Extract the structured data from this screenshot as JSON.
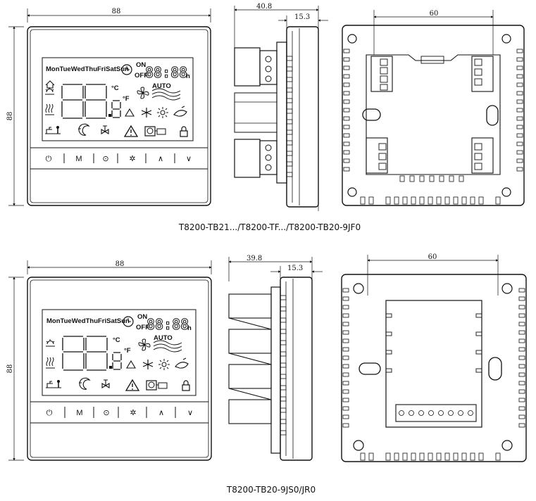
{
  "captions": {
    "top": "T8200-TB21.../T8200-TF.../T8200-TB20-9JF0",
    "bottom": "T8200-TB20-9JS0/JR0"
  },
  "dimensions": {
    "front_width": "88",
    "front_height": "88",
    "side_top_depth": "40.8",
    "side_top_face": "15.3",
    "back_top_spacing": "60",
    "side_bottom_depth": "39.8",
    "side_bottom_face": "15.3",
    "back_bottom_spacing": "60"
  },
  "lcd": {
    "days": "MonTueWedThuFriSatSun",
    "on": "ON",
    "off": "OFF",
    "clock_digits": "88:88",
    "clock_unit": "h",
    "celsius": "°C",
    "fahrenheit": "°F",
    "auto": "AUTO"
  },
  "buttons": {
    "power": "⏻",
    "mode": "M",
    "clock": "⊙",
    "fan": "✲",
    "up": "∧",
    "down": "∨"
  }
}
